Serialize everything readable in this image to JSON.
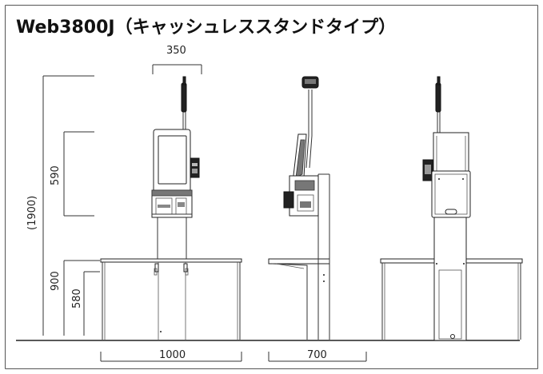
{
  "title": "Web3800J（キャッシュレススタンドタイプ）",
  "dimensions": {
    "top_width": "350",
    "total_height": "(1900)",
    "kiosk_height": "590",
    "counter_height": "900",
    "inner_height": "580",
    "counter_width": "1000",
    "side_depth": "700"
  },
  "views": [
    "front-view",
    "side-view",
    "back-view"
  ]
}
